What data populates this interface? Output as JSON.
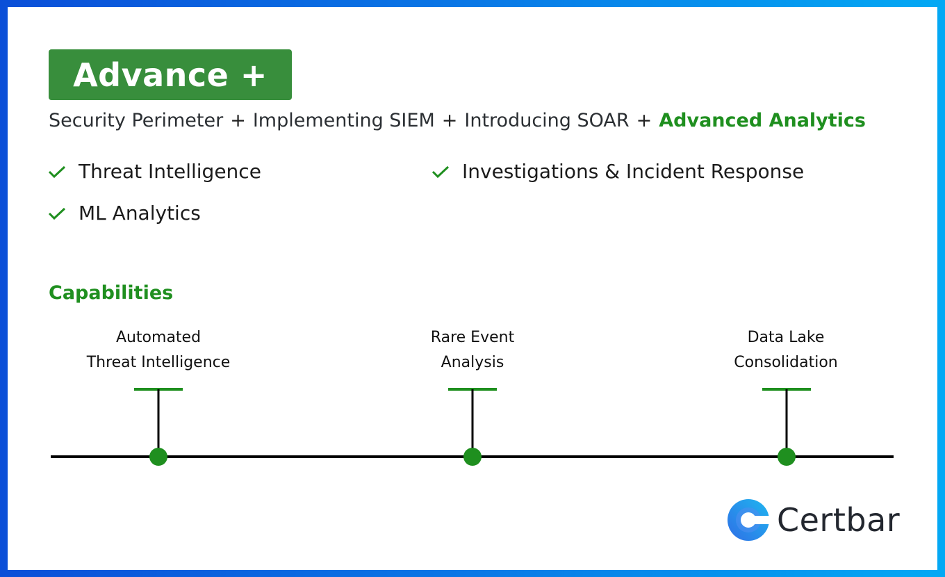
{
  "badge": {
    "label": "Advance +"
  },
  "subtitle": {
    "items": [
      "Security Perimeter",
      "Implementing SIEM",
      "Introducing SOAR"
    ],
    "separator": "+",
    "highlight": "Advanced Analytics"
  },
  "features": [
    {
      "label": "Threat Intelligence",
      "icon": "check-icon"
    },
    {
      "label": "Investigations & Incident Response",
      "icon": "check-icon"
    },
    {
      "label": "ML Analytics",
      "icon": "check-icon"
    }
  ],
  "capabilities": {
    "title": "Capabilities",
    "milestones": [
      {
        "line1": "Automated",
        "line2": "Threat Intelligence"
      },
      {
        "line1": "Rare Event",
        "line2": "Analysis"
      },
      {
        "line1": "Data Lake",
        "line2": "Consolidation"
      }
    ]
  },
  "logo": {
    "text": "Certbar"
  },
  "colors": {
    "accent_green": "#1f8f1f",
    "badge_green": "#388e3c",
    "border_blue_start": "#0b4fd8",
    "border_blue_end": "#03a9f4"
  }
}
